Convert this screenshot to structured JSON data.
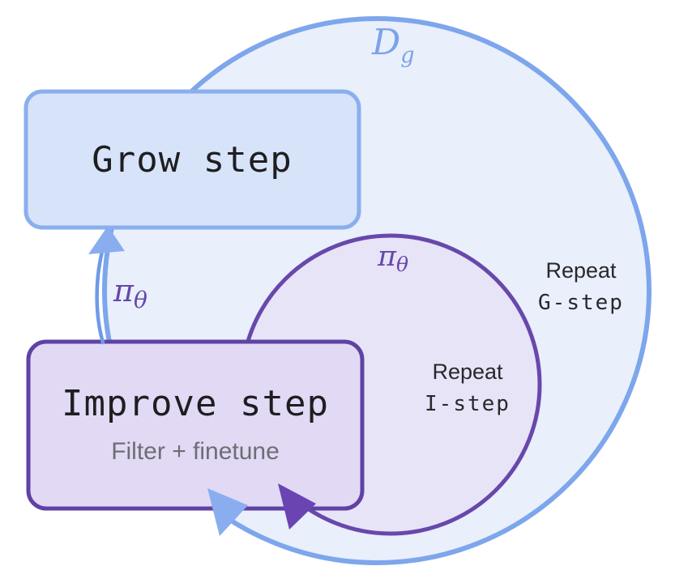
{
  "diagram": {
    "grow_box": {
      "label": "Grow step"
    },
    "improve_box": {
      "label": "Improve step",
      "sublabel": "Filter + finetune"
    },
    "outer_loop": {
      "dataset_symbol": "D",
      "dataset_symbol_sub": "g",
      "repeat_line1": "Repeat",
      "repeat_line2": "G-step"
    },
    "inner_loop": {
      "policy_symbol": "π",
      "policy_symbol_sub": "θ",
      "repeat_line1": "Repeat",
      "repeat_line2": "I-step"
    },
    "update_arrow": {
      "policy_symbol": "π",
      "policy_symbol_sub": "θ"
    },
    "colors": {
      "outer_circle_stroke": "#7da6ec",
      "outer_circle_fill": "#e9effb",
      "inner_circle_stroke": "#6848ab",
      "inner_circle_fill": "#e8e4f7",
      "grow_box_fill": "#d7e3f9",
      "grow_box_stroke": "#8aafee",
      "improve_box_fill": "#e2d9f5",
      "improve_box_stroke": "#5f42a4",
      "arrow_blue": "#6f9ae8",
      "arrowhead_blue": "#8aadf0",
      "arrowhead_purple": "#6a44b2",
      "math_blue": "#7aa3ea",
      "math_purple": "#6747ab",
      "text_dark": "#1e1e21",
      "text_gray": "#6e6e73"
    }
  }
}
